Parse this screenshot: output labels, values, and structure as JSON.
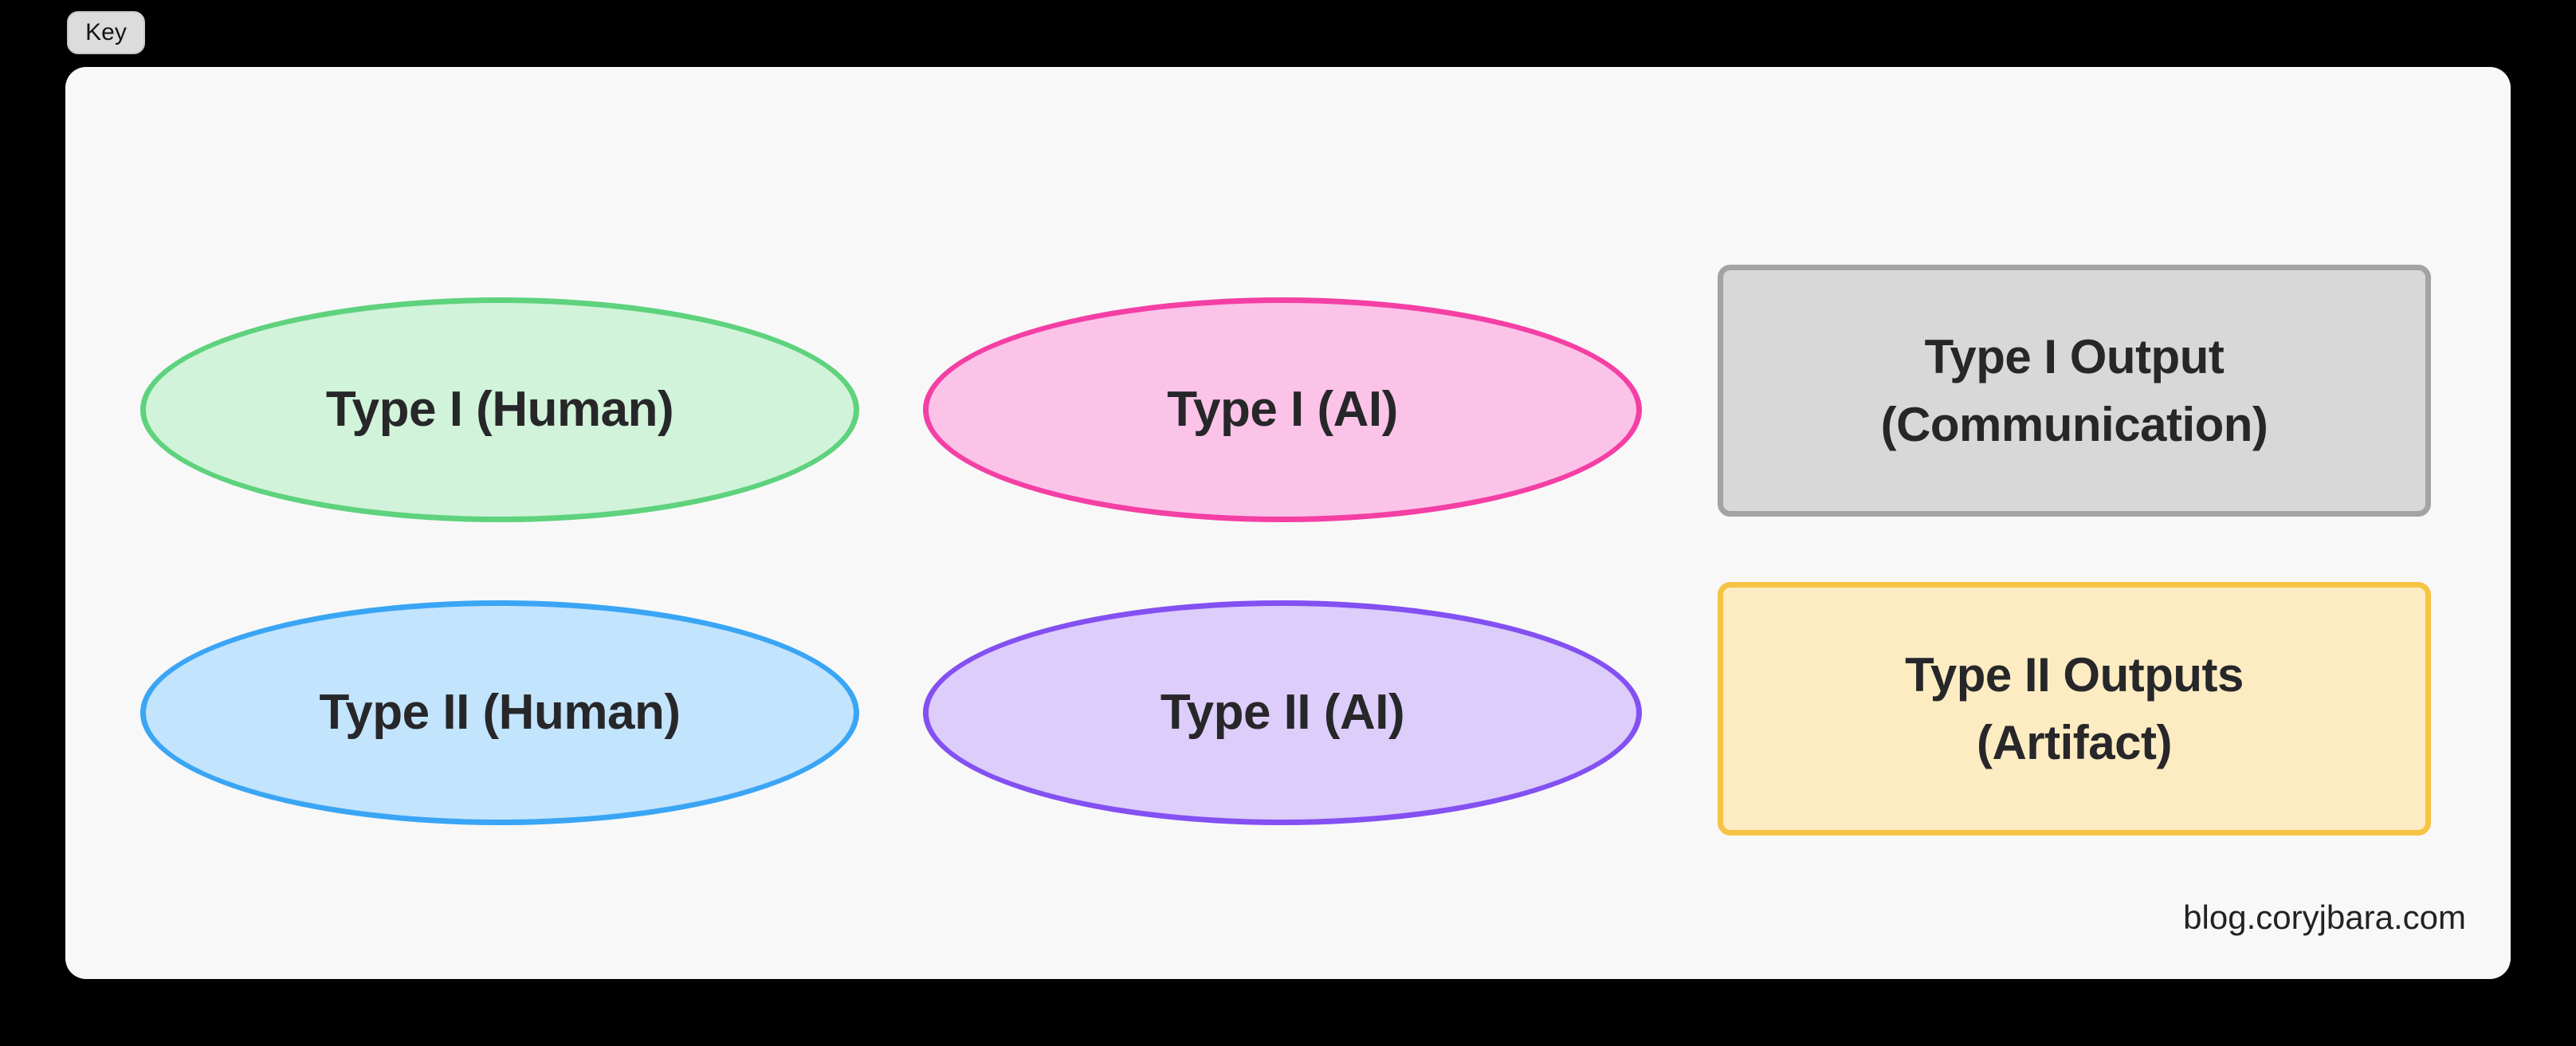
{
  "badge": {
    "label": "Key"
  },
  "card": {
    "background_color": "#f8f8f8"
  },
  "legend": {
    "ellipses": [
      {
        "id": "type1-human",
        "label": "Type I (Human)",
        "fill_color": "#d1f3d9",
        "border_color": "#5ed27d"
      },
      {
        "id": "type1-ai",
        "label": "Type I (AI)",
        "fill_color": "#fcc3e8",
        "border_color": "#f43fa5"
      },
      {
        "id": "type2-human",
        "label": "Type II (Human)",
        "fill_color": "#c3e4fd",
        "border_color": "#3aa5f5"
      },
      {
        "id": "type2-ai",
        "label": "Type II (AI)",
        "fill_color": "#ddcdfb",
        "border_color": "#8350f2"
      }
    ],
    "boxes": [
      {
        "id": "type1-output",
        "line1": "Type I Output",
        "line2": "(Communication)",
        "fill_color": "#d8d8d8",
        "border_color": "#a3a3a3"
      },
      {
        "id": "type2-outputs",
        "line1": "Type II Outputs",
        "line2": "(Artifact)",
        "fill_color": "#fdecc2",
        "border_color": "#f6c444"
      }
    ]
  },
  "footer": {
    "watermark": "blog.coryjbara.com"
  }
}
